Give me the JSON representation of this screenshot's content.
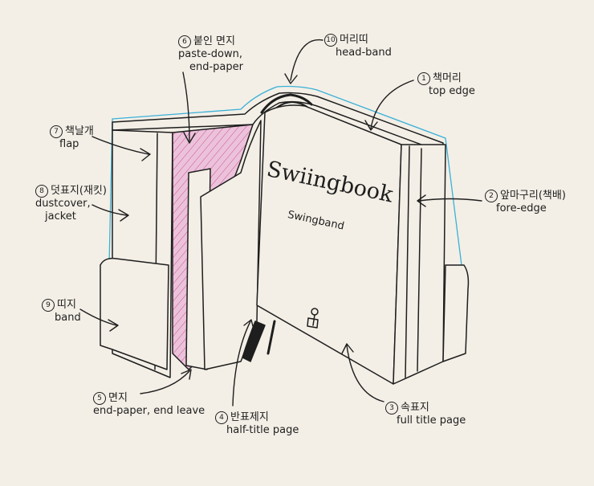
{
  "cover": {
    "title": "Swiingbook",
    "subtitle": "Swingband",
    "lining_color": "#e9b9d6",
    "edge_color": "#3bb0d8",
    "ink_color": "#1e1e1e"
  },
  "labels": [
    {
      "id": "top-edge",
      "number": "1",
      "ko": "책머리",
      "en": "top edge"
    },
    {
      "id": "fore-edge",
      "number": "2",
      "ko": "앞마구리(책배)",
      "en": "fore-edge"
    },
    {
      "id": "full-title-page",
      "number": "3",
      "ko": "속표지",
      "en": "full title page"
    },
    {
      "id": "half-title-page",
      "number": "4",
      "ko": "반표제지",
      "en": "half-title page"
    },
    {
      "id": "end-paper",
      "number": "5",
      "ko": "면지",
      "en": "end-paper, end leave"
    },
    {
      "id": "paste-down",
      "number": "6",
      "ko": "붙인 면지",
      "en": "paste-down,",
      "en2": "end-paper"
    },
    {
      "id": "flap",
      "number": "7",
      "ko": "책날개",
      "en": "flap"
    },
    {
      "id": "dustcover",
      "number": "8",
      "ko": "덧표지(재킷)",
      "en": "dustcover,",
      "en2": "jacket"
    },
    {
      "id": "band",
      "number": "9",
      "ko": "띠지",
      "en": "band"
    },
    {
      "id": "head-band",
      "number": "10",
      "ko": "머리띠",
      "en": "head-band"
    }
  ]
}
